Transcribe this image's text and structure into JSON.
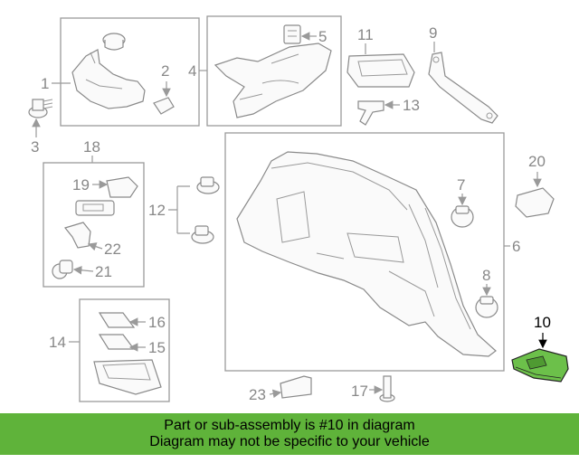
{
  "diagram": {
    "callouts": {
      "c1": "1",
      "c2": "2",
      "c3": "3",
      "c4": "4",
      "c5": "5",
      "c6": "6",
      "c7": "7",
      "c8": "8",
      "c9": "9",
      "c10": "10",
      "c11": "11",
      "c12": "12",
      "c13": "13",
      "c14": "14",
      "c15": "15",
      "c16": "16",
      "c17": "17",
      "c18": "18",
      "c19": "19",
      "c20": "20",
      "c21": "21",
      "c22": "22",
      "c23": "23"
    },
    "highlighted_part": "10",
    "highlight_color": "#6cc04a",
    "line_color": "#9a9a9a"
  },
  "banner": {
    "line1": "Part or sub-assembly is #10 in diagram",
    "line2": "Diagram may not be specific to your vehicle",
    "background": "#5fb33a"
  }
}
